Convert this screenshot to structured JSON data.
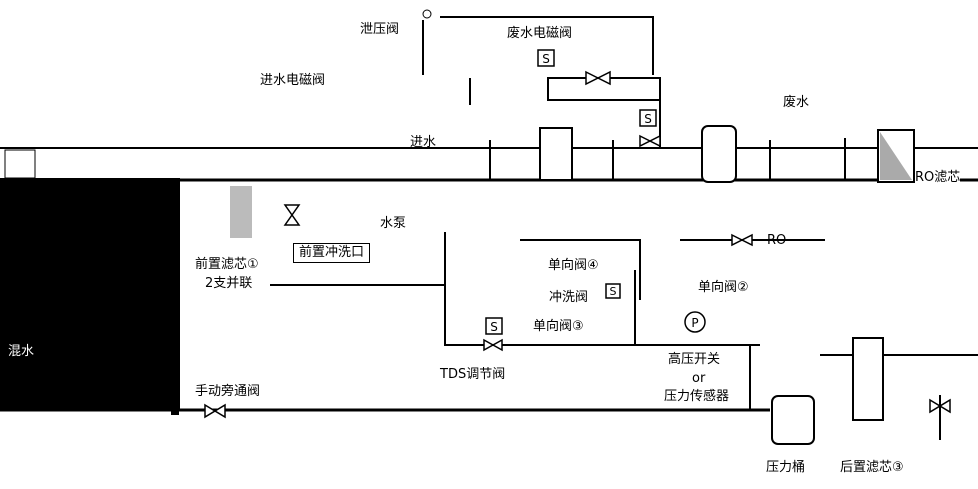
{
  "labels": {
    "relief_valve": "泄压阀",
    "waste_solenoid": "废水电磁阀",
    "inlet_solenoid": "进水电磁阀",
    "inlet": "进水",
    "waste_water": "废水",
    "water_pump": "水泵",
    "pre_flush_port": "前置冲洗口",
    "pre_filter": "前置滤芯①",
    "parallel": "2支并联",
    "check_valve_4": "单向阀④",
    "flush_valve": "冲洗阀",
    "check_valve_2": "单向阀②",
    "check_valve_3": "单向阀③",
    "ro": "RO",
    "tds_valve": "TDS调节阀",
    "hp_switch": "高压开关",
    "or": "or",
    "pressure_sensor": "压力传感器",
    "mixed_water": "混水",
    "manual_bypass": "手动旁通阀",
    "pressure_tank": "压力桶",
    "post_filter": "后置滤芯③",
    "ro_filter": "RO滤芯"
  },
  "symbols": {
    "solenoid_letter": "S",
    "pressure_letter": "P"
  }
}
